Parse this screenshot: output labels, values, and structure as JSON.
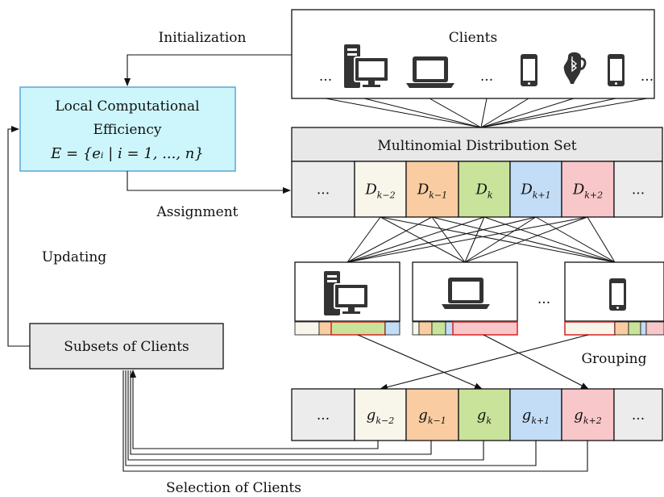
{
  "labels": {
    "initialization": "Initialization",
    "assignment": "Assignment",
    "updating": "Updating",
    "grouping": "Grouping",
    "selection": "Selection of Clients"
  },
  "efficiency_box": {
    "line1": "Local Computational",
    "line2": "Efficiency",
    "formula": "E = {eᵢ | i = 1, ..., n}",
    "fill": "#ccf6fb",
    "border": "#5aa6d6"
  },
  "clients_box": {
    "title": "Clients",
    "ellipsis": "..."
  },
  "distribution_set": {
    "title": "Multinomial Distribution Set",
    "cells": [
      {
        "main": "...",
        "sub": "",
        "color": "#ececec"
      },
      {
        "main": "D",
        "sub": "k−2",
        "color": "#f8f5ea"
      },
      {
        "main": "D",
        "sub": "k−1",
        "color": "#f9cda1"
      },
      {
        "main": "D",
        "sub": "k",
        "color": "#c9e39a"
      },
      {
        "main": "D",
        "sub": "k+1",
        "color": "#c4ddf7"
      },
      {
        "main": "D",
        "sub": "k+2",
        "color": "#f8c7c9"
      },
      {
        "main": "...",
        "sub": "",
        "color": "#ececec"
      }
    ]
  },
  "groups": {
    "cells": [
      {
        "main": "...",
        "sub": "",
        "color": "#ececec"
      },
      {
        "main": "g",
        "sub": "k−2",
        "color": "#f8f5ea"
      },
      {
        "main": "g",
        "sub": "k−1",
        "color": "#f9cda1"
      },
      {
        "main": "g",
        "sub": "k",
        "color": "#c9e39a"
      },
      {
        "main": "g",
        "sub": "k+1",
        "color": "#c4ddf7"
      },
      {
        "main": "g",
        "sub": "k+2",
        "color": "#f8c7c9"
      },
      {
        "main": "...",
        "sub": "",
        "color": "#ececec"
      }
    ]
  },
  "subsets_box": {
    "label": "Subsets of Clients",
    "fill": "#e8e8e8"
  },
  "middle_devices": {
    "ellipsis": "..."
  }
}
